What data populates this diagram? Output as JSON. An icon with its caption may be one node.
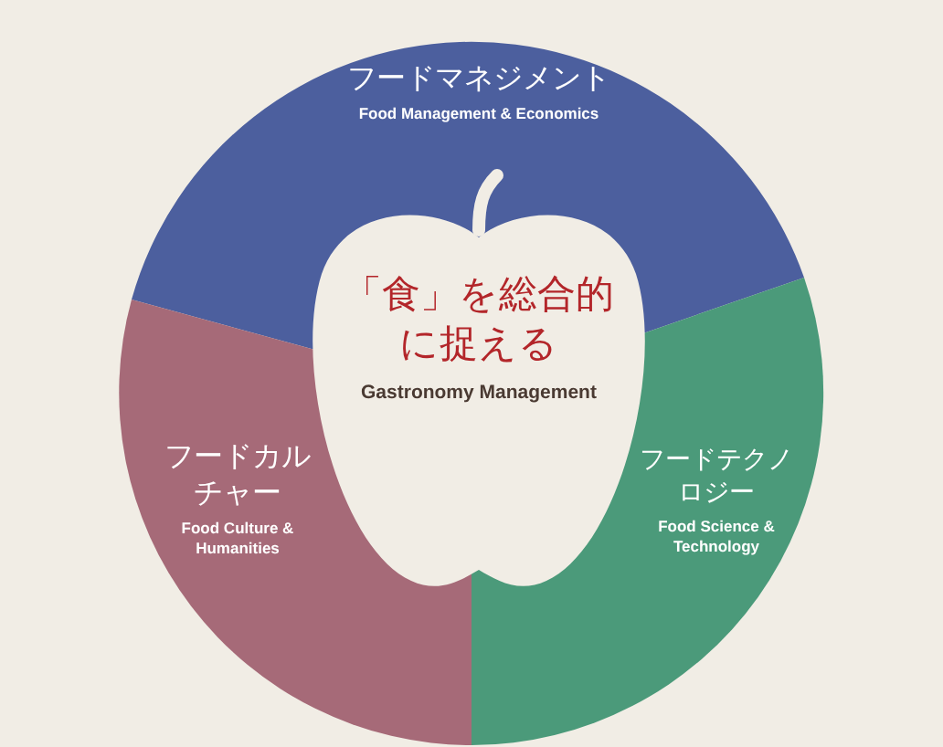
{
  "diagram": {
    "nodes": [
      {
        "text": [
          "フードマネジメント",
          "Food Management & Economics"
        ]
      },
      {
        "text": [
          "「食」を総合的に捉える",
          "Gastronomy Management"
        ]
      },
      {
        "text": [
          "フードカルチャー",
          "Food Culture & Humanities"
        ]
      },
      {
        "text": [
          "フードテクノロジー",
          "Food Science & Technology"
        ]
      }
    ]
  }
}
